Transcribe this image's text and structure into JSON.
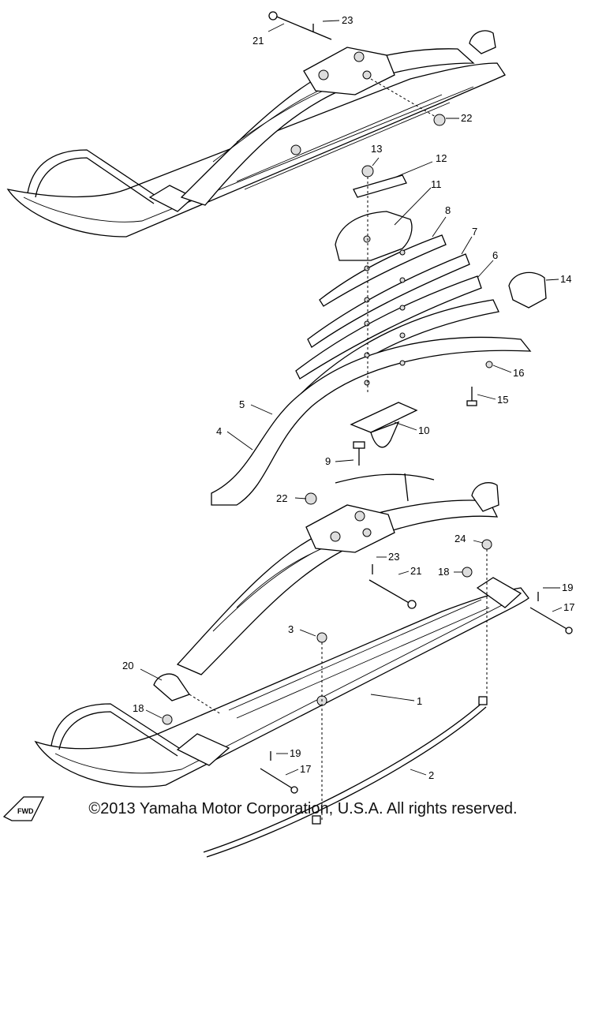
{
  "callouts": [
    "23",
    "21",
    "22",
    "13",
    "12",
    "11",
    "8",
    "7",
    "6",
    "14",
    "16",
    "15",
    "5",
    "4",
    "10",
    "9",
    "22",
    "24",
    "23",
    "21",
    "18",
    "19",
    "17",
    "3",
    "20",
    "1",
    "18",
    "19",
    "17",
    "2"
  ],
  "fwd_label": "FWD",
  "copyright": "©2013 Yamaha Motor Corporation, U.S.A. All rights reserved."
}
